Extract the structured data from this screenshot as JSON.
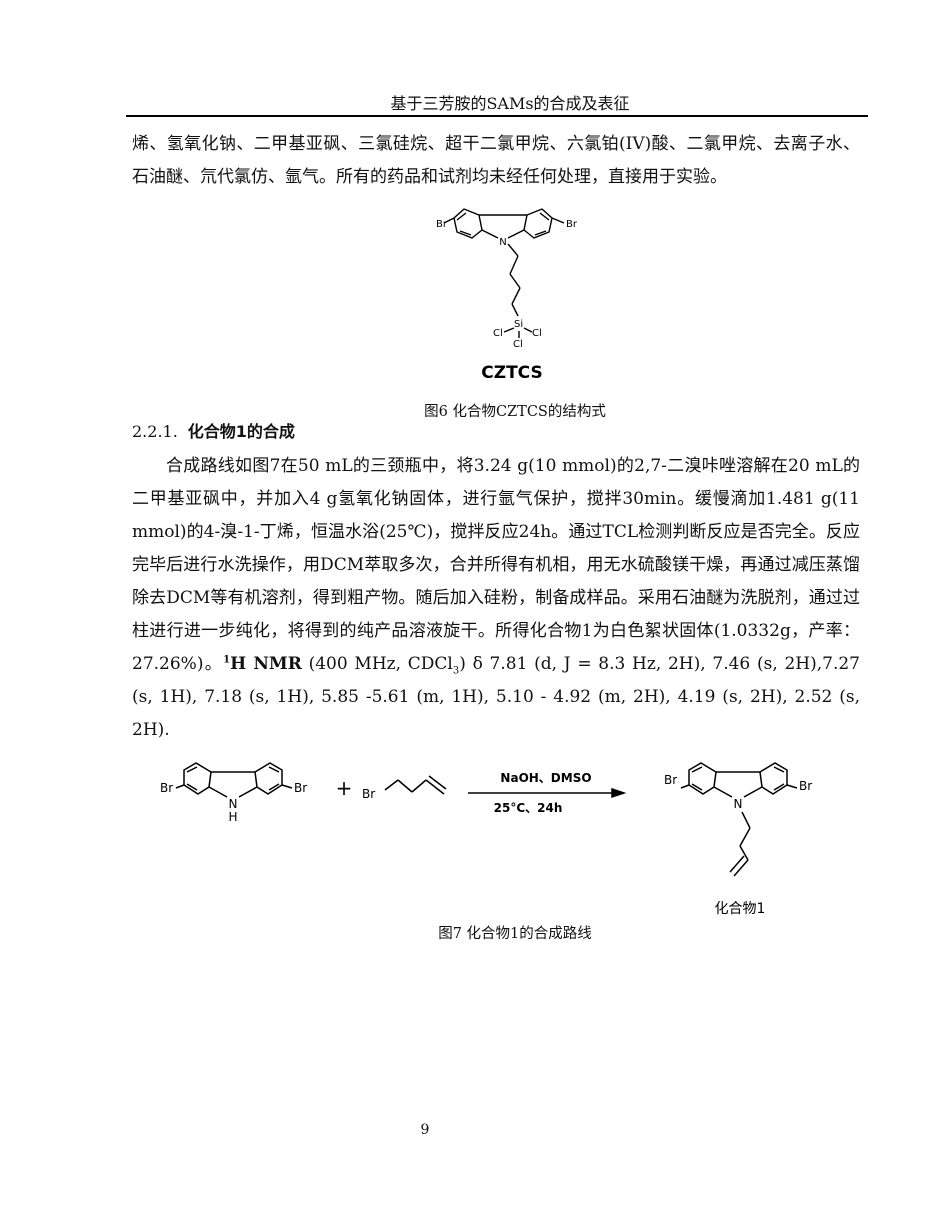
{
  "header": {
    "title": "基于三芳胺的SAMs的合成及表征"
  },
  "intro_paragraph": "烯、氢氧化钠、二甲基亚砜、三氯硅烷、超干二氯甲烷、六氯铂(IV)酸、二氯甲烷、去离子水、石油醚、氘代氯仿、氩气。所有的药品和试剂均未经任何处理，直接用于实验。",
  "figure6": {
    "atoms": {
      "br_left": "Br",
      "br_right": "Br",
      "n": "N",
      "si": "Si",
      "cl_left": "Cl",
      "cl_right": "Cl",
      "cl_bottom": "Cl"
    },
    "compound_name": "CZTCS",
    "caption": "图6  化合物CZTCS的结构式"
  },
  "section": {
    "number": "2.2.1.",
    "title": "化合物1的合成"
  },
  "synthesis_paragraph": {
    "text": "合成路线如图7在50 mL的三颈瓶中，将3.24 g(10 mmol)的2,7-二溴咔唑溶解在20 mL的二甲基亚砜中，并加入4 g氢氧化钠固体，进行氩气保护，搅拌30min。缓慢滴加1.481 g(11 mmol)的4-溴-1-丁烯，恒温水浴(25℃)，搅拌反应24h。通过TCL检测判断反应是否完全。反应完毕后进行水洗操作，用DCM萃取多次，合并所得有机相，用无水硫酸镁干燥，再通过减压蒸馏除去DCM等有机溶剂，得到粗产物。随后加入硅粉，制备成样品。采用石油醚为洗脱剂，通过过柱进行进一步纯化，将得到的纯产品溶液旋干。所得化合物1为白色絮状固体(1.0332g，产率：27.26%)。",
    "nmr_sup": "1",
    "nmr_label": "H NMR",
    "nmr_conditions_pre": " (400 MHz, CDCl",
    "nmr_sub": "3",
    "nmr_data": ") δ 7.81 (d, J = 8.3 Hz, 2H), 7.46 (s, 2H),7.27 (s, 1H), 7.18 (s, 1H), 5.85 -5.61 (m, 1H), 5.10 - 4.92 (m, 2H), 4.19 (s, 2H), 2.52 (s, 2H)."
  },
  "figure7": {
    "reactant1": {
      "br_left": "Br",
      "br_right": "Br",
      "nh": "N",
      "h": "H"
    },
    "plus": "+",
    "reactant2": {
      "br": "Br"
    },
    "conditions_top": "NaOH、DMSO",
    "conditions_bottom": "25°C、24h",
    "product": {
      "br_left": "Br",
      "br_right": "Br",
      "n": "N"
    },
    "product_label": "化合物1",
    "caption": "图7  化合物1的合成路线"
  },
  "page_number": "9"
}
